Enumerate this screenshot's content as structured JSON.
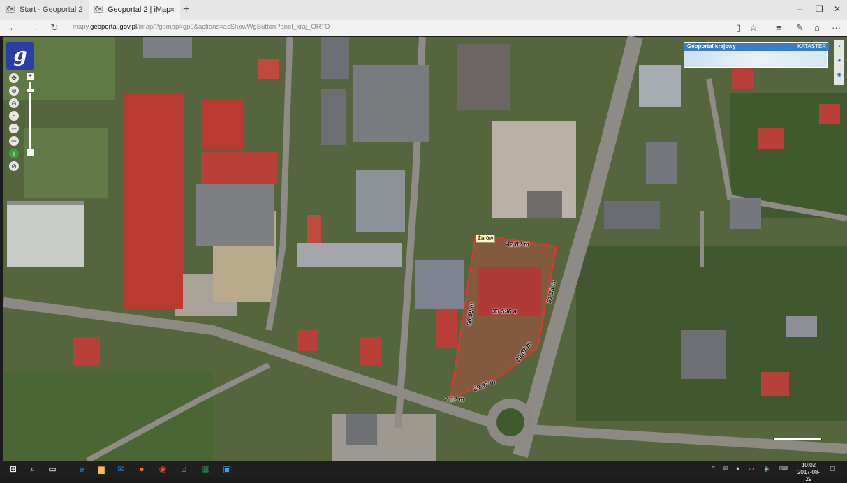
{
  "browser": {
    "tabs": [
      {
        "label": "Start - Geoportal 2",
        "icon": "geoportal-favicon"
      },
      {
        "label": "Geoportal 2 | iMap",
        "icon": "geoportal-favicon",
        "active": true
      }
    ],
    "close_glyph": "×",
    "new_tab_glyph": "+",
    "window_controls": {
      "minimize": "–",
      "restore": "❐",
      "close": "✕"
    },
    "nav": {
      "back": "←",
      "forward": "→",
      "refresh": "↻"
    },
    "url_prefix": "mapy.",
    "url_domain": "geoportal.gov.pl",
    "url_rest": "/imap/?gpmap=gp0&actions=acShowWgButtonPanel_kraj_ORTO",
    "toolbar": {
      "reading": "▯",
      "favorite": "☆",
      "hub": "≡",
      "notes": "✎",
      "share": "⌂",
      "more": "···"
    }
  },
  "map": {
    "logo": "g",
    "zoom": {
      "plus": "+",
      "minus": "−"
    },
    "overview": {
      "title": "Geoportal krajowy",
      "layer": "KATASTER"
    },
    "place_label": "Żarów",
    "parcel": {
      "area": "33 596 a",
      "edges": [
        "42,87 m",
        "51,33 m",
        "29,07 m",
        "29,87 m",
        "7,17 m",
        "96,59 m"
      ]
    },
    "colors": {
      "parcel_stroke": "#ff2b2b",
      "parcel_fill": "rgba(255,60,60,0.28)",
      "logo": "#2a3fa6"
    }
  },
  "taskbar": {
    "time": "10:02",
    "date": "2017-08-29"
  }
}
